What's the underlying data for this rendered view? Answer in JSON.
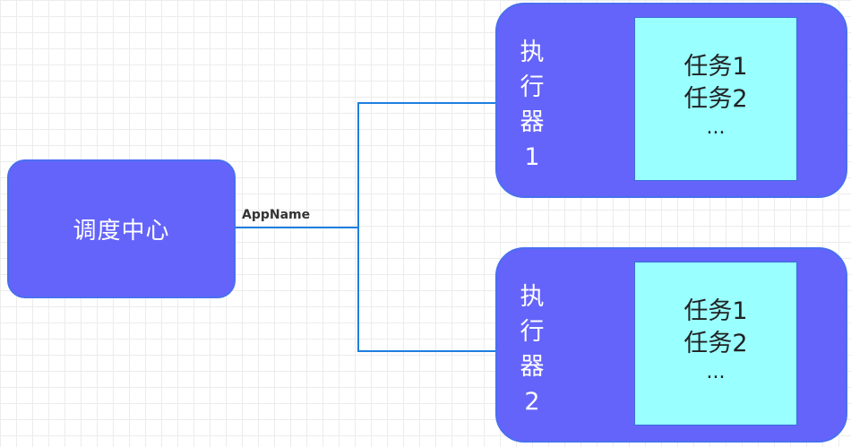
{
  "scheduler": {
    "label": "调度中心"
  },
  "connection": {
    "label": "AppName"
  },
  "executors": [
    {
      "label_chars": [
        "执",
        "行",
        "器"
      ],
      "number": "1",
      "tasks": [
        "任务1",
        "任务2"
      ],
      "more": "..."
    },
    {
      "label_chars": [
        "执",
        "行",
        "器"
      ],
      "number": "2",
      "tasks": [
        "任务1",
        "任务2"
      ],
      "more": "..."
    }
  ],
  "colors": {
    "node_fill": "#6464fa",
    "node_border": "#4a6ff0",
    "task_fill": "#99ffff",
    "edge": "#1e7fe0"
  }
}
